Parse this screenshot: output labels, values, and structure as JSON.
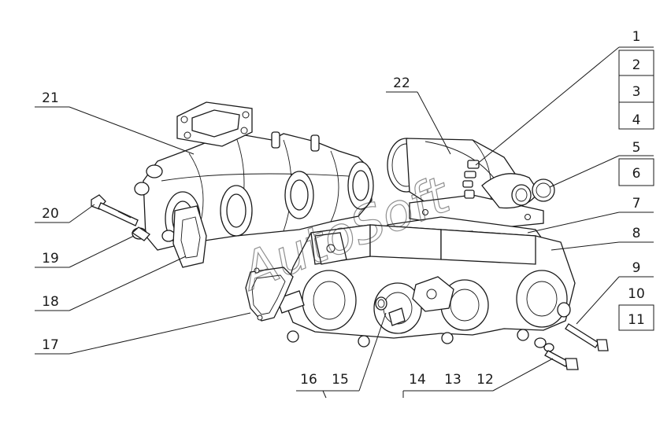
{
  "labels": {
    "l1": "1",
    "l2": "2",
    "l3": "3",
    "l4": "4",
    "l5": "5",
    "l6": "6",
    "l7": "7",
    "l8": "8",
    "l9": "9",
    "l10": "10",
    "l11": "11",
    "l12": "12",
    "l13": "13",
    "l14": "14",
    "l15": "15",
    "l16": "16",
    "l17": "17",
    "l18": "18",
    "l19": "19",
    "l20": "20",
    "l21": "21",
    "l22": "22"
  },
  "watermark": "AutoSoft"
}
